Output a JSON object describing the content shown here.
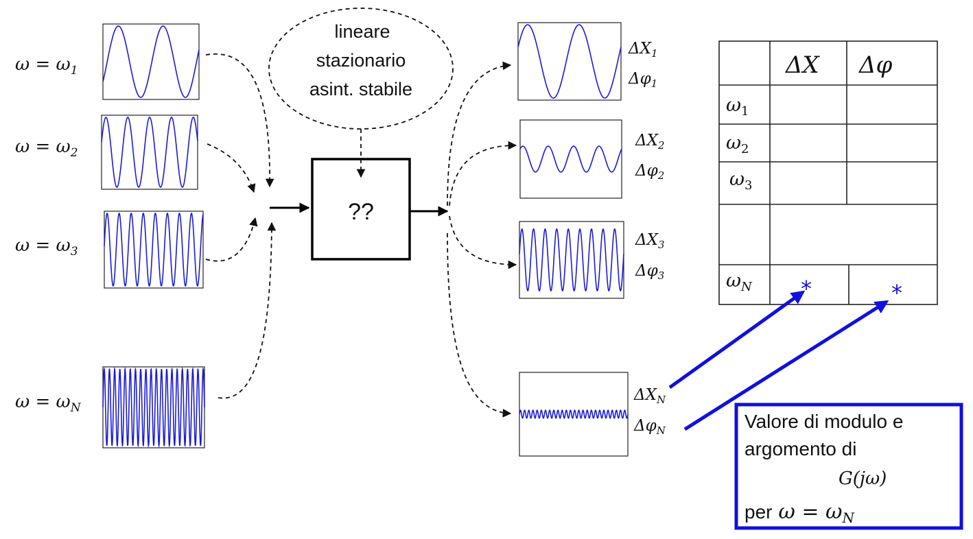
{
  "inputs": [
    {
      "label": "ω = ω",
      "sub": "1"
    },
    {
      "label": "ω = ω",
      "sub": "2"
    },
    {
      "label": "ω = ω",
      "sub": "3"
    },
    {
      "label": "ω = ω",
      "sub": "N"
    }
  ],
  "bubble": {
    "line1": "lineare",
    "line2": "stazionario",
    "line3": "asint. stabile"
  },
  "system_box": {
    "label": "??"
  },
  "outputs": [
    {
      "amp_label": "ΔX",
      "amp_sub": "1",
      "phase_label": "Δφ",
      "phase_sub": "1"
    },
    {
      "amp_label": "ΔX",
      "amp_sub": "2",
      "phase_label": "Δφ",
      "phase_sub": "2"
    },
    {
      "amp_label": "ΔX",
      "amp_sub": "3",
      "phase_label": "Δφ",
      "phase_sub": "3"
    },
    {
      "amp_label": "ΔX",
      "amp_sub": "N",
      "phase_label": "Δφ",
      "phase_sub": "N"
    }
  ],
  "table": {
    "header": [
      "ΔX",
      "Δφ"
    ],
    "rows": [
      {
        "omega": "ω",
        "sub": "1",
        "cells": [
          "",
          ""
        ]
      },
      {
        "omega": "ω",
        "sub": "2",
        "cells": [
          "",
          ""
        ]
      },
      {
        "omega": "ω",
        "sub": "3",
        "cells": [
          "",
          ""
        ]
      },
      {
        "omega": "",
        "sub": "",
        "cells": [
          "",
          ""
        ]
      },
      {
        "omega": "ω",
        "sub": "N",
        "cells": [
          "*",
          "*"
        ]
      }
    ]
  },
  "note": {
    "line1": "Valore di modulo e",
    "line2": "argomento di",
    "line3": "G(jω)",
    "line4_prefix": "per",
    "line4_math": "ω = ω",
    "line4_sub": "N"
  },
  "colors": {
    "wave": "#1a1adb",
    "accent": "#1010e0",
    "ink": "#111111"
  }
}
